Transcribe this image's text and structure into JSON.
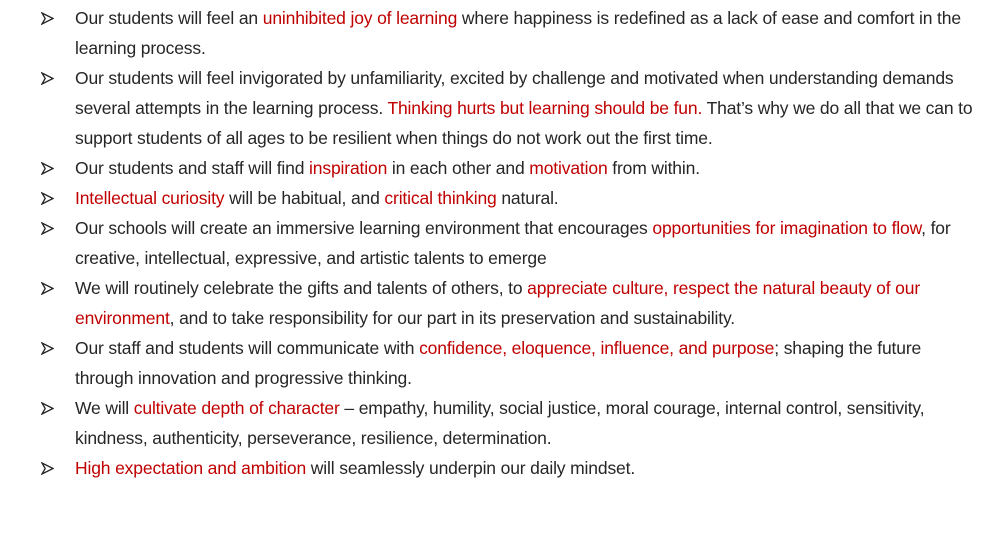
{
  "colors": {
    "text": "#262626",
    "highlight": "#c00000"
  },
  "bullet_icon": "arrow-bullet-icon",
  "items": [
    {
      "segments": [
        {
          "t": "Our students will feel an ",
          "hl": false
        },
        {
          "t": "uninhibited joy of learning",
          "hl": true
        },
        {
          "t": " where happiness is redefined as a lack of ease and comfort in the learning process.",
          "hl": false
        }
      ]
    },
    {
      "segments": [
        {
          "t": "Our students will feel invigorated by unfamiliarity, excited by challenge and motivated when understanding demands several attempts in the learning process. ",
          "hl": false
        },
        {
          "t": "Thinking hurts but learning should be fun.",
          "hl": true
        },
        {
          "t": " That’s why we do all that we can to support students of all ages to be resilient when things do not work out the first time.",
          "hl": false
        }
      ]
    },
    {
      "segments": [
        {
          "t": "Our students and staff will find ",
          "hl": false
        },
        {
          "t": "inspiration",
          "hl": true
        },
        {
          "t": " in each other and ",
          "hl": false
        },
        {
          "t": "motivation",
          "hl": true
        },
        {
          "t": " from within.",
          "hl": false
        }
      ]
    },
    {
      "segments": [
        {
          "t": "Intellectual curiosity",
          "hl": true
        },
        {
          "t": " will be habitual, and ",
          "hl": false
        },
        {
          "t": "critical thinking",
          "hl": true
        },
        {
          "t": " natural.",
          "hl": false
        }
      ]
    },
    {
      "segments": [
        {
          "t": "Our schools will create an immersive learning environment that encourages ",
          "hl": false
        },
        {
          "t": "opportunities for imagination to flow",
          "hl": true
        },
        {
          "t": ", for creative, intellectual, expressive, and artistic talents to emerge",
          "hl": false
        }
      ]
    },
    {
      "segments": [
        {
          "t": "We will routinely celebrate the gifts and talents of others, to ",
          "hl": false
        },
        {
          "t": "appreciate culture, respect the natural beauty of our environment",
          "hl": true
        },
        {
          "t": ", and to take responsibility for our part in its preservation and sustainability.",
          "hl": false
        }
      ]
    },
    {
      "segments": [
        {
          "t": "Our staff and students will communicate with ",
          "hl": false
        },
        {
          "t": "confidence, eloquence, influence, and purpose",
          "hl": true
        },
        {
          "t": "; shaping the future through innovation and progressive thinking.",
          "hl": false
        }
      ]
    },
    {
      "segments": [
        {
          "t": "We will ",
          "hl": false
        },
        {
          "t": "cultivate depth of character",
          "hl": true
        },
        {
          "t": " – empathy, humility, social justice, moral courage, internal control, sensitivity, kindness, authenticity, perseverance, resilience, determination.",
          "hl": false
        }
      ]
    },
    {
      "segments": [
        {
          "t": "High expectation and ambition",
          "hl": true
        },
        {
          "t": " will seamlessly underpin our daily mindset.",
          "hl": false
        }
      ]
    }
  ]
}
